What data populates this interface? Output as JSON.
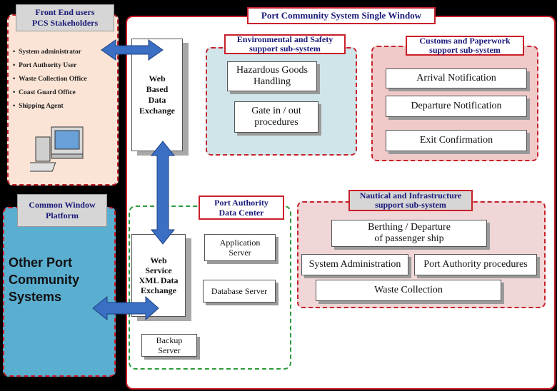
{
  "diagram": {
    "main_title": "Port Community System Single Window",
    "front_end": {
      "title_line1": "Front End users",
      "title_line2": "PCS Stakeholders",
      "users": [
        "System administrator",
        "Port Authority User",
        "Waste Collection Office",
        "Coast Guard Office",
        "Shipping Agent"
      ]
    },
    "common_window": {
      "title_line1": "Common Window",
      "title_line2": "Platform",
      "body_line1": "Other Port",
      "body_line2": "Community",
      "body_line3": "Systems"
    },
    "web_based": {
      "line1": "Web",
      "line2": "Based",
      "line3": "Data",
      "line4": "Exchange"
    },
    "web_service": {
      "line1": "Web",
      "line2": "Service",
      "line3": "XML Data",
      "line4": "Exchange"
    },
    "env_safety": {
      "title_line1": "Environmental  and Safety",
      "title_line2": "support sub-system",
      "items": [
        {
          "line1": "Hazardous Goods",
          "line2": "Handling"
        },
        {
          "line1": "Gate in / out",
          "line2": "procedures"
        }
      ]
    },
    "customs": {
      "title_line1": "Customs and Paperwork",
      "title_line2": "support sub-system",
      "items": [
        "Arrival Notification",
        "Departure Notification",
        "Exit Confirmation"
      ]
    },
    "data_center": {
      "title_line1": "Port Authority",
      "title_line2": "Data Center",
      "app_line1": "Application",
      "app_line2": "Server",
      "db": "Database Server",
      "backup_line1": "Backup",
      "backup_line2": "Server"
    },
    "nautical": {
      "title_line1": "Nautical and Infrastructure",
      "title_line2": "support sub-system",
      "berthing_line1": "Berthing / Departure",
      "berthing_line2": "of passenger ship",
      "sysadmin": "System Administration",
      "procedures": "Port Authority procedures",
      "waste": "Waste Collection"
    },
    "colors": {
      "arrow": "#3a6fc4",
      "common_window_fill": "#5aaed0",
      "front_end_fill": "#fbe4d6",
      "env_fill": "#cfe5ea",
      "customs_fill": "#f0c9c9",
      "nautical_fill": "#f0d6d6"
    }
  }
}
